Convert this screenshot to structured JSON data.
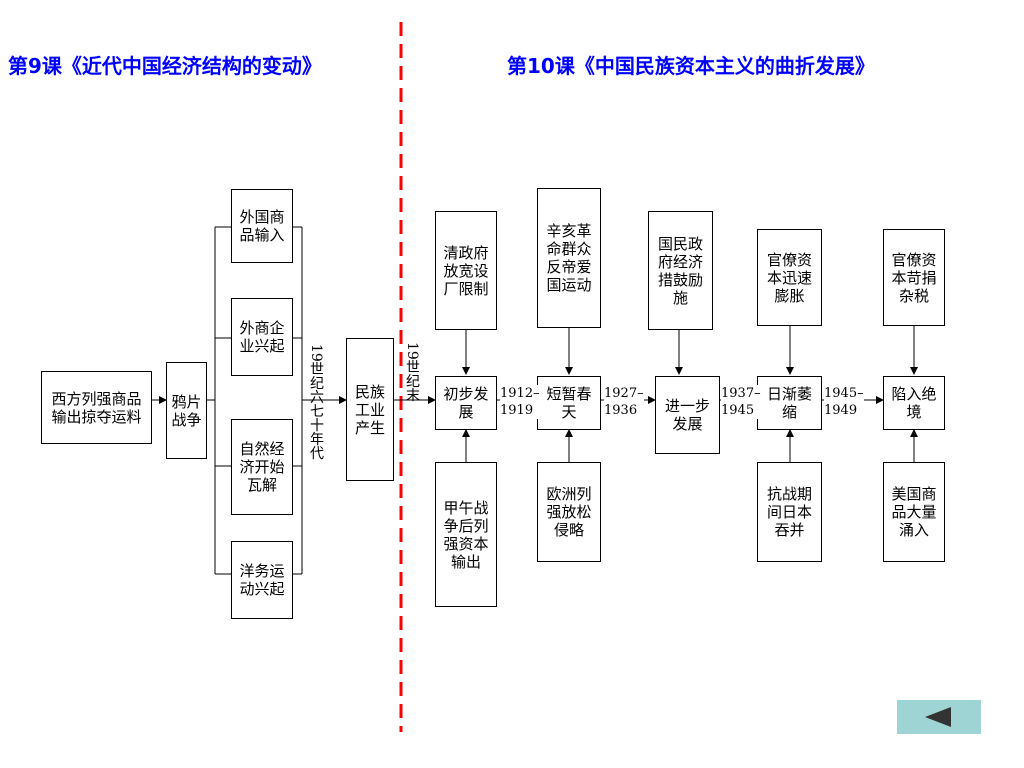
{
  "titles": {
    "left": "第9课《近代中国经济结构的变动》",
    "right": "第10课《中国民族资本主义的曲折发展》"
  },
  "lesson9": {
    "cause": "西方列强商品输出掠夺运料",
    "war": "鸦片战争",
    "effects": [
      "外国商品输入",
      "外商企业兴起",
      "自然经济开始瓦解",
      "洋务运动兴起"
    ],
    "era": "19世纪六七十年代",
    "result": "民族工业产生"
  },
  "lesson10": {
    "era": "19世纪末",
    "stages": [
      {
        "name": "初步发展",
        "period": ""
      },
      {
        "name": "短暂春天",
        "period": "1912–\n1919"
      },
      {
        "name": "进一步发展",
        "period": "1927–\n1936"
      },
      {
        "name": "日渐萎缩",
        "period": "1937–\n1945"
      },
      {
        "name": "陷入绝境",
        "period": "1945–\n1949"
      }
    ],
    "factors_above": [
      "清政府放宽设厂限制",
      "辛亥革命群众反帝爱国运动",
      "国民政府经济措鼓励施",
      "官僚资本迅速膨胀",
      "官僚资本苛捐杂税"
    ],
    "factors_below": [
      "甲午战争后列强资本输出",
      "欧洲列强放松侵略",
      "",
      "抗战期间日本吞并",
      "美国商品大量涌入"
    ]
  },
  "nav": {
    "back_icon": "back-triangle-icon",
    "button_color": "#9fd4d4",
    "divider_color": "#ff0000",
    "title_color": "#0000ff"
  }
}
